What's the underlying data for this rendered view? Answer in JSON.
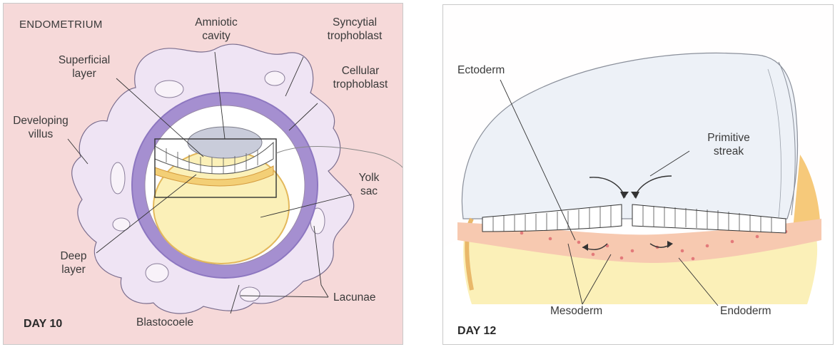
{
  "day10": {
    "title": "ENDOMETRIUM",
    "day_label": "DAY 10",
    "labels": {
      "amniotic_cavity": "Amniotic\ncavity",
      "syncytial_trophoblast": "Syncytial\ntrophoblast",
      "superficial_layer": "Superficial\nlayer",
      "cellular_trophoblast": "Cellular\ntrophoblast",
      "developing_villus": "Developing\nvillus",
      "yolk_sac": "Yolk\nsac",
      "deep_layer": "Deep\nlayer",
      "lacunae": "Lacunae",
      "blastocoele": "Blastocoele"
    }
  },
  "day12": {
    "day_label": "DAY 12",
    "labels": {
      "ectoderm": "Ectoderm",
      "primitive_streak": "Primitive\nstreak",
      "mesoderm": "Mesoderm",
      "endoderm": "Endoderm"
    }
  },
  "colors": {
    "endometrium": "#f6d9d9",
    "syncytial": "#efe4f4",
    "cellular_trophoblast": "#a58fd0",
    "yolk_sac": "#fbf0b8",
    "mesoderm": "#f7c9b0"
  }
}
